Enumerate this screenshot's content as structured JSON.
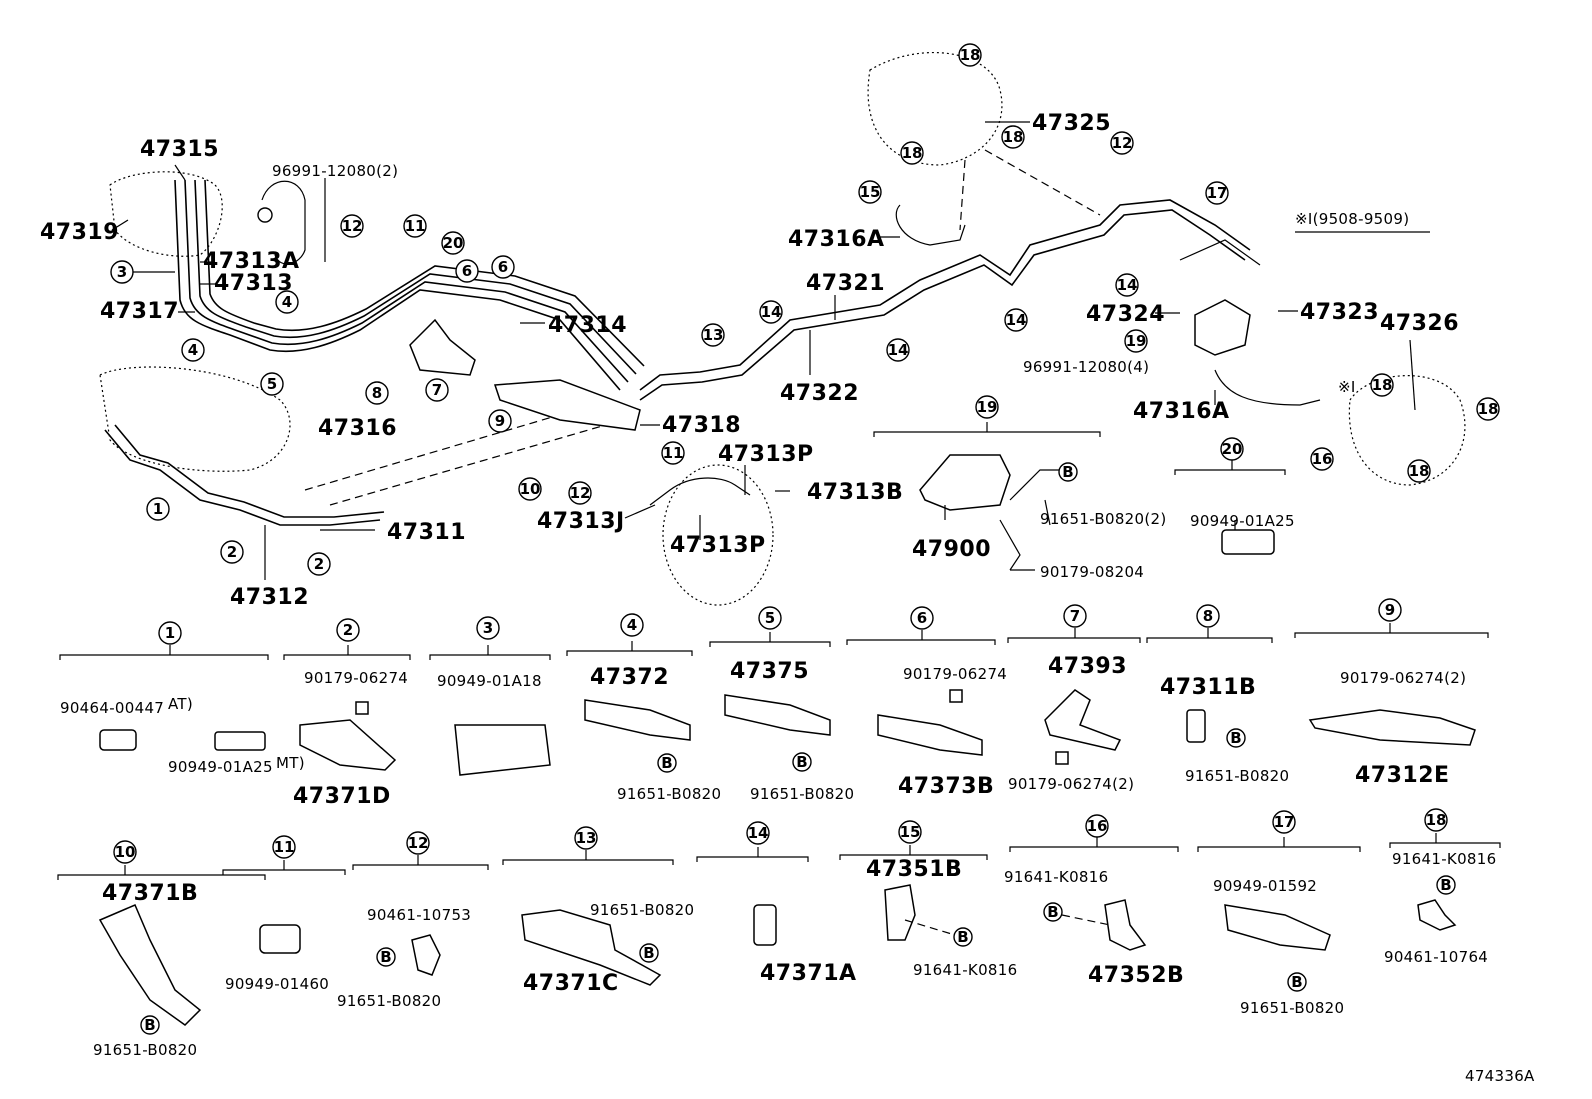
{
  "diagram": {
    "footer_code": "474336A",
    "note_label": "※Ⅰ(9508-9509)",
    "note_mark": "※Ⅰ",
    "callouts": {
      "c1": "1",
      "c2": "2",
      "c3": "3",
      "c4": "4",
      "c5": "5",
      "c6": "6",
      "c7": "7",
      "c8": "8",
      "c9": "9",
      "c10": "10",
      "c11": "11",
      "c12": "12",
      "c13": "13",
      "c14": "14",
      "c15": "15",
      "c16": "16",
      "c17": "17",
      "c18": "18",
      "c19": "19",
      "c20": "20"
    },
    "bolt_mark": "B",
    "main_parts": {
      "p47315": "47315",
      "p47319": "47319",
      "p47313A": "47313A",
      "p47313": "47313",
      "p47317": "47317",
      "p96991_2": "96991-12080(2)",
      "p47314": "47314",
      "p47316": "47316",
      "p47318": "47318",
      "p47311": "47311",
      "p47312": "47312",
      "p47313P": "47313P",
      "p47313B": "47313B",
      "p47313J": "47313J",
      "p47321": "47321",
      "p47322": "47322",
      "p47325": "47325",
      "p47316A": "47316A",
      "p47324": "47324",
      "p47323": "47323",
      "p96991_4": "96991-12080(4)",
      "p47326": "47326",
      "p47900": "47900",
      "p91651_2": "91651-B0820(2)",
      "p90179_08204": "90179-08204",
      "p90949_01A25": "90949-01A25"
    },
    "sections": {
      "s1": {
        "a": "90464-00447",
        "a_note": "AT)",
        "b": "90949-01A25",
        "b_note": "MT)",
        "c": "47371D"
      },
      "s2": {
        "a": "90179-06274"
      },
      "s3": {
        "a": "90949-01A18"
      },
      "s4": {
        "a": "47372",
        "b": "91651-B0820"
      },
      "s5": {
        "a": "47375",
        "b": "91651-B0820"
      },
      "s6": {
        "a": "90179-06274",
        "b": "47373B"
      },
      "s7": {
        "a": "47393",
        "b": "90179-06274(2)"
      },
      "s8": {
        "a": "47311B",
        "b": "91651-B0820"
      },
      "s9": {
        "a": "90179-06274(2)",
        "b": "47312E"
      },
      "s10": {
        "a": "47371B",
        "b": "91651-B0820"
      },
      "s11": {
        "a": "90949-01460"
      },
      "s12": {
        "a": "90461-10753",
        "b": "91651-B0820"
      },
      "s13": {
        "a": "91651-B0820",
        "b": "47371C"
      },
      "s14": {
        "a": "47371A"
      },
      "s15": {
        "a": "47351B",
        "b": "91641-K0816"
      },
      "s16": {
        "a": "91641-K0816",
        "b": "47352B"
      },
      "s17": {
        "a": "90949-01592",
        "b": "91651-B0820"
      },
      "s18": {
        "a": "91641-K0816",
        "b": "90461-10764"
      }
    }
  }
}
